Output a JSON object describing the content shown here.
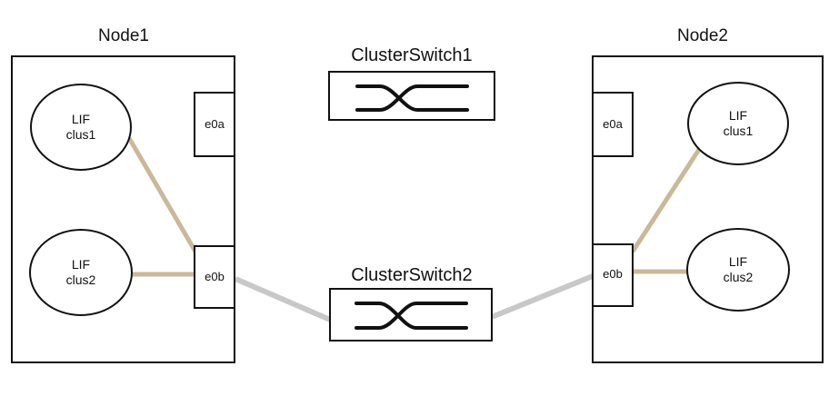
{
  "colors": {
    "lif_link": "#c9b99a",
    "switch_link": "#c8c8c8",
    "outline": "#111111"
  },
  "node1": {
    "title": "Node1",
    "lif1": {
      "line1": "LIF",
      "line2": "clus1"
    },
    "lif2": {
      "line1": "LIF",
      "line2": "clus2"
    },
    "port_a": "e0a",
    "port_b": "e0b"
  },
  "node2": {
    "title": "Node2",
    "lif1": {
      "line1": "LIF",
      "line2": "clus1"
    },
    "lif2": {
      "line1": "LIF",
      "line2": "clus2"
    },
    "port_a": "e0a",
    "port_b": "e0b"
  },
  "switch1": {
    "title": "ClusterSwitch1",
    "icon": "crossover-switch-icon"
  },
  "switch2": {
    "title": "ClusterSwitch2",
    "icon": "crossover-switch-icon"
  }
}
